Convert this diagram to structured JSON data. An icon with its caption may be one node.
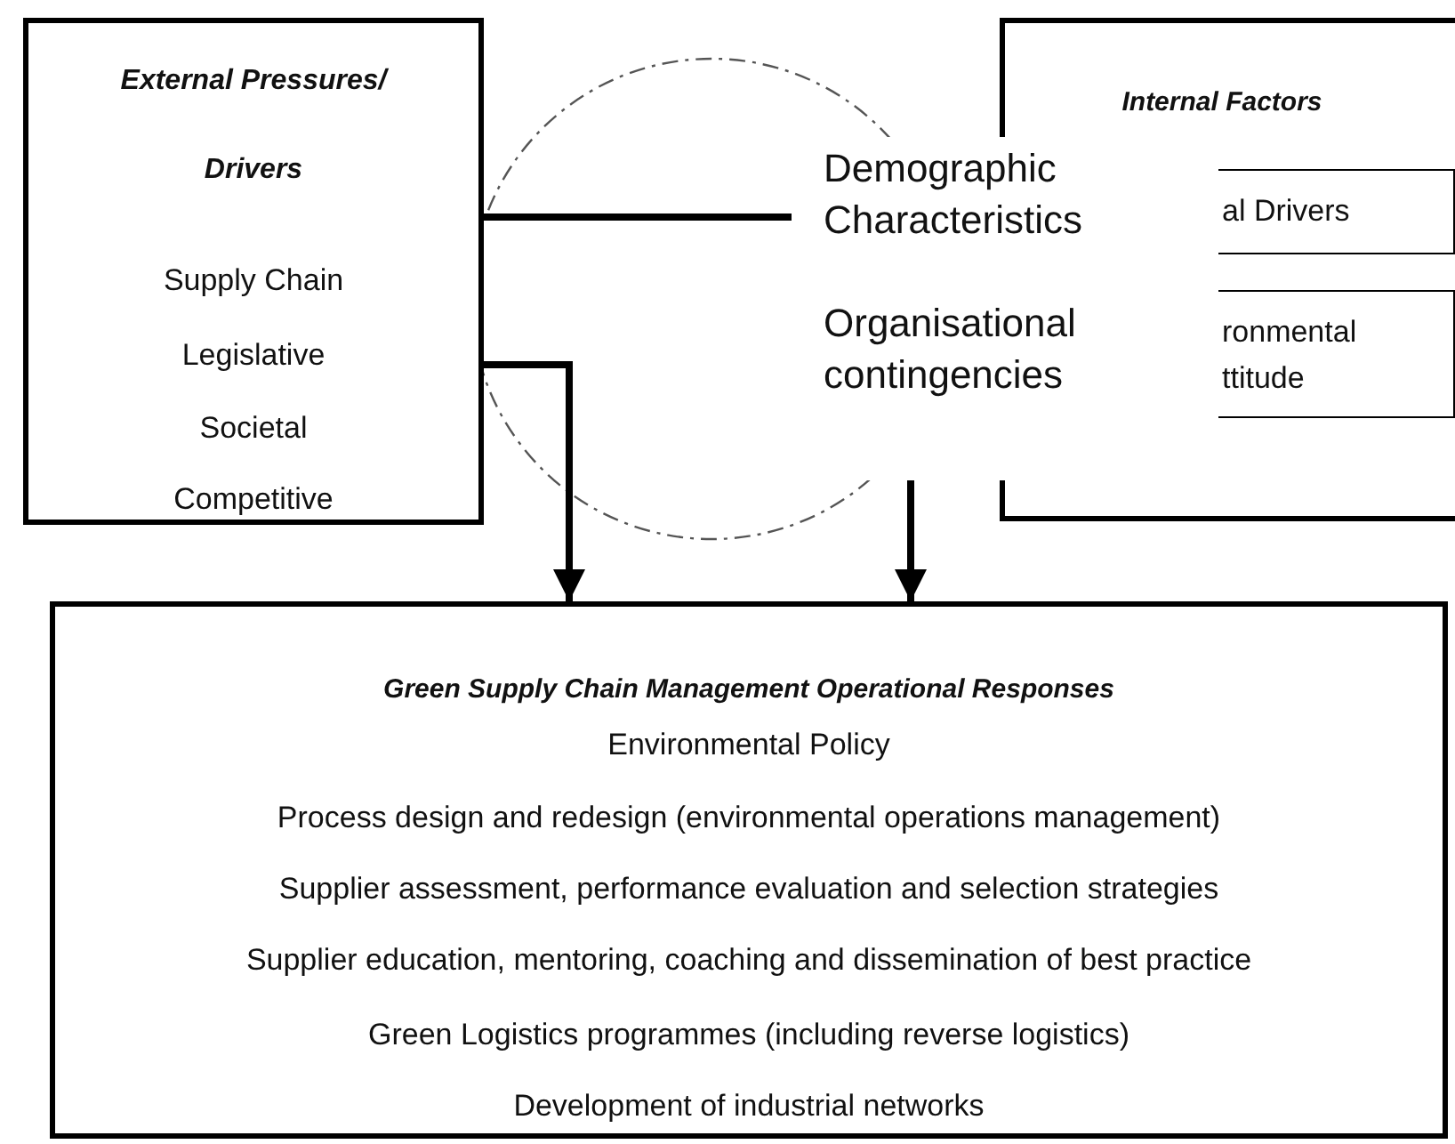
{
  "diagram": {
    "nodes": [
      {
        "text": [
          "External Pressures/ Drivers",
          "Supply Chain",
          "Legislative",
          "Societal",
          "Competitive"
        ]
      },
      {
        "text": [
          "Demographic Characteristics",
          "Organisational contingencies"
        ]
      },
      {
        "text": [
          "Internal Factors"
        ]
      },
      {
        "text": [
          "al Drivers"
        ],
        "in": 2
      },
      {
        "text": [
          "ronmental ttitude"
        ],
        "in": 2
      },
      {
        "text": [
          "Green Supply Chain Management Operational Responses",
          "Environmental Policy",
          "Process design and redesign (environmental operations management)",
          "Supplier assessment, performance evaluation and selection strategies",
          "Supplier education, mentoring, coaching and dissemination of best practice",
          "Green Logistics programmes (including reverse logistics)",
          "Development of industrial networks"
        ]
      }
    ],
    "edges": [
      {
        "from": 0,
        "to": 1,
        "arrow": "none"
      },
      {
        "from": 0,
        "to": 5,
        "arrow": "to"
      },
      {
        "from": 1,
        "to": 5,
        "arrow": "to"
      }
    ]
  }
}
